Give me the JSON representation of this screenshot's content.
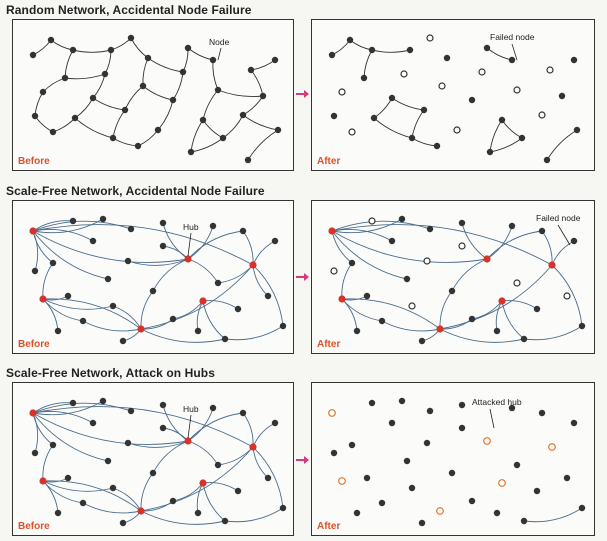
{
  "rows": [
    {
      "title": "Random Network, Accidental Node Failure",
      "before": {
        "caption": "Before",
        "callout": "Node"
      },
      "after": {
        "caption": "After",
        "callout": "Failed node"
      }
    },
    {
      "title": "Scale-Free Network, Accidental Node Failure",
      "before": {
        "caption": "Before",
        "callout": "Hub"
      },
      "after": {
        "caption": "After",
        "callout": "Failed node"
      }
    },
    {
      "title": "Scale-Free Network, Attack on Hubs",
      "before": {
        "caption": "Before",
        "callout": "Hub"
      },
      "after": {
        "caption": "After",
        "callout": "Attacked hub"
      }
    }
  ],
  "colors": {
    "node": "#333333",
    "hub": "#d8332a",
    "random_edge": "#333333",
    "scalefree_edge": "#4a6c8c",
    "failed_node_outline": "#333333",
    "attacked_hub_outline": "#e07a2a",
    "caption": "#d9532c",
    "arrow": "#d23a7c"
  },
  "icons": [
    "right-arrow-icon"
  ]
}
